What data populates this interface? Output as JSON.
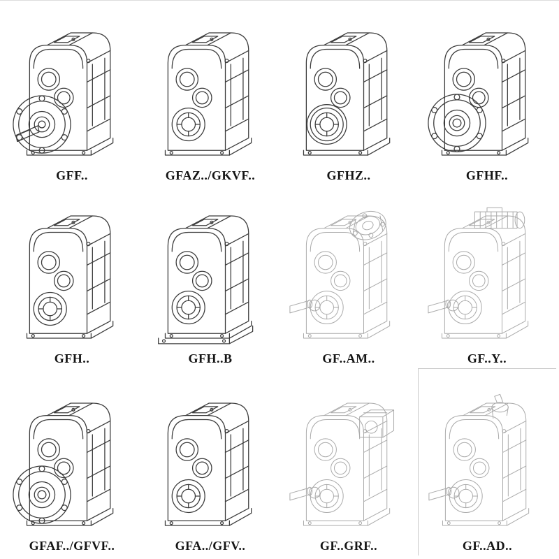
{
  "catalog": {
    "items": [
      {
        "label": "GFF..",
        "drawing": "flange-shaft-gearbox-drawing"
      },
      {
        "label": "GFAZ../GKVF..",
        "drawing": "hollow-shaft-gearbox-drawing"
      },
      {
        "label": "GFHZ..",
        "drawing": "hollow-shaft-gearbox-drawing"
      },
      {
        "label": "GFHF..",
        "drawing": "flange-hollow-gearbox-drawing"
      },
      {
        "label": "GFH..",
        "drawing": "hollow-shaft-gearbox-drawing"
      },
      {
        "label": "GFH..B",
        "drawing": "hollow-shaft-gearbox-base-drawing"
      },
      {
        "label": "GF..AM..",
        "drawing": "gearbox-iec-adapter-drawing"
      },
      {
        "label": "GF..Y..",
        "drawing": "gearbox-with-motor-drawing"
      },
      {
        "label": "GFAF../GFVF..",
        "drawing": "flange-hollow-gearbox-drawing"
      },
      {
        "label": "GFA../GFV..",
        "drawing": "hollow-shaft-gearbox-drawing"
      },
      {
        "label": "GF..GRF..",
        "drawing": "gearbox-adapter-block-drawing"
      },
      {
        "label": "GF..AD..",
        "drawing": "gearbox-input-adapter-drawing"
      }
    ]
  }
}
